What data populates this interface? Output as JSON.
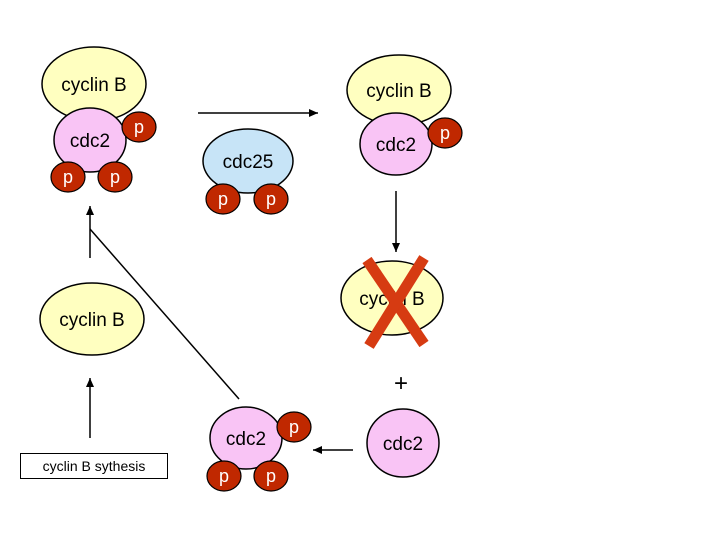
{
  "labels": {
    "cyclin": "cyclin B",
    "cdc2": "cdc2",
    "cdc25": "cdc25",
    "phosphate": "p",
    "plus": "+",
    "synthesis": "cyclin B sythesis"
  },
  "colors": {
    "cyclin_fill": "#ffffc0",
    "cdc2_fill": "#f9c4f5",
    "cdc25_fill": "#c7e4f7",
    "phosphate_fill": "#c02800",
    "destroy_mark": "#d63b12",
    "stroke": "#000000"
  },
  "icons": [
    "destroy-x-icon"
  ]
}
